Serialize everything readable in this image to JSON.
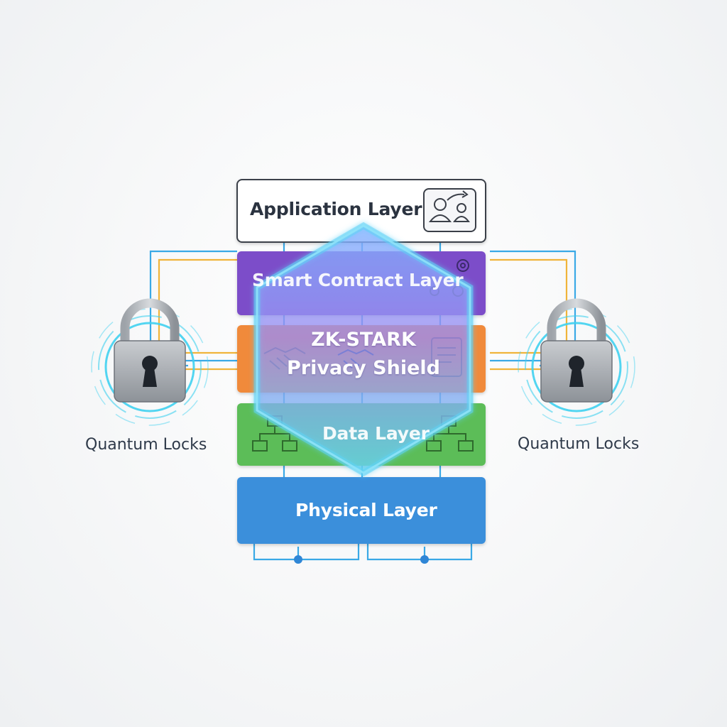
{
  "diagram": {
    "layers": [
      {
        "id": "application",
        "label": "Application Layer",
        "fill": "#ffffff",
        "text_color": "#2b3340"
      },
      {
        "id": "smart-contract",
        "label": "Smart Contract Layer",
        "fill": "#7b4ec9",
        "text_color": "#ffffff"
      },
      {
        "id": "consensus",
        "label": "",
        "fill": "#f08a3a",
        "text_color": "#ffffff"
      },
      {
        "id": "data",
        "label": "Data Layer",
        "fill": "#5cbd58",
        "text_color": "#ffffff"
      },
      {
        "id": "physical",
        "label": "Physical Layer",
        "fill": "#3a8fdb",
        "text_color": "#ffffff"
      }
    ],
    "shield": {
      "line1": "ZK-STARK",
      "line2": "Privacy Shield",
      "color": "#5fd3f5"
    },
    "locks": {
      "left_label": "Quantum Locks",
      "right_label": "Quantum Locks",
      "ring_color": "#3fd0ef"
    },
    "wire_colors": {
      "blue": "#3aa9e6",
      "amber": "#f0b43a"
    },
    "icons": [
      "users-icon",
      "gear-icon",
      "handshake-icon",
      "scroll-icon",
      "network-icon",
      "padlock-icon"
    ]
  }
}
